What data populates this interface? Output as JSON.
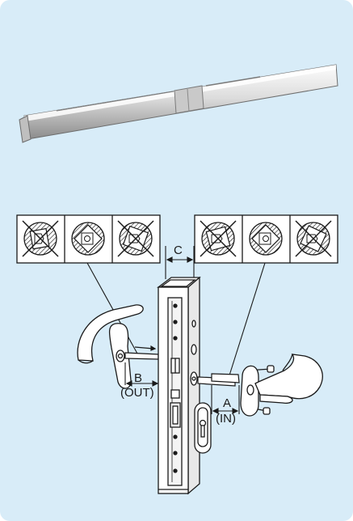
{
  "colors": {
    "background": "#d8ecf8",
    "line": "#1a1a1a",
    "metal": "#f2f2f2"
  },
  "icons": {
    "spindle": "square-spindle-bar",
    "crossed_tiles": "prohibited-spindle-fit-icon",
    "ok_tile": "correct-spindle-fit-icon",
    "lock": "mortise-lock-profile",
    "handle": "lever-handle"
  },
  "left_tiles": [
    {
      "state": "prohibited"
    },
    {
      "state": "ok"
    },
    {
      "state": "prohibited"
    }
  ],
  "right_tiles": [
    {
      "state": "prohibited"
    },
    {
      "state": "ok"
    },
    {
      "state": "prohibited"
    }
  ],
  "labels": {
    "profile_width": "C",
    "outside_length": "B",
    "outside_tag": "(OUT)",
    "inside_length": "A",
    "inside_tag": "(IN)"
  }
}
